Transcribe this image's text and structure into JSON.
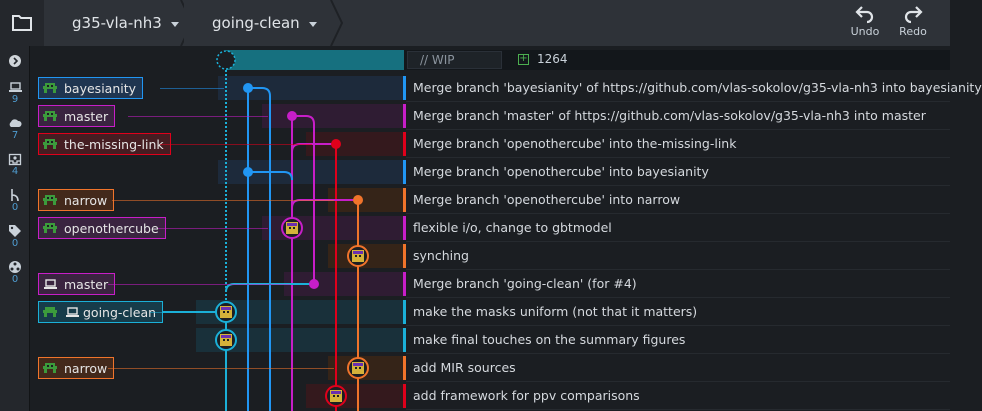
{
  "toolbar": {
    "repo_name": "g35-vla-nh3",
    "branch_name": "going-clean",
    "undo_label": "Undo",
    "redo_label": "Redo"
  },
  "sidebar": {
    "items": [
      {
        "icon": "chevron-circle-icon",
        "count": ""
      },
      {
        "icon": "laptop-icon",
        "count": "9"
      },
      {
        "icon": "cloud-icon",
        "count": "7"
      },
      {
        "icon": "inbox-icon",
        "count": "4"
      },
      {
        "icon": "branch-icon",
        "count": "0"
      },
      {
        "icon": "tag-icon",
        "count": "0"
      },
      {
        "icon": "submodule-icon",
        "count": "0"
      }
    ]
  },
  "wip": {
    "placeholder": "// WIP",
    "count": "1264"
  },
  "colors": {
    "cyan": "#1bb0d8",
    "blue": "#2196f3",
    "violet": "#c71ec8",
    "red": "#e0001b",
    "orange": "#f0742b",
    "teal": "#16707f"
  },
  "rows": [
    {
      "message": "Merge branch 'bayesianity' of https://github.com/vlas-sokolov/g35-vla-nh3 into bayesianity",
      "label": "bayesianity",
      "label_icon": "remote-avatar-icon"
    },
    {
      "message": "Merge branch 'master' of https://github.com/vlas-sokolov/g35-vla-nh3 into master",
      "label": "master",
      "label_icon": "remote-avatar-icon"
    },
    {
      "message": "Merge branch 'openothercube' into the-missing-link",
      "label": "the-missing-link",
      "label_icon": "remote-avatar-icon"
    },
    {
      "message": "Merge branch 'openothercube' into bayesianity",
      "label": "",
      "label_icon": ""
    },
    {
      "message": "Merge branch 'openothercube' into narrow",
      "label": "narrow",
      "label_icon": "remote-avatar-icon"
    },
    {
      "message": "flexible i/o, change to gbtmodel",
      "label": "openothercube",
      "label_icon": "remote-avatar-icon"
    },
    {
      "message": "synching",
      "label": "",
      "label_icon": ""
    },
    {
      "message": "Merge branch 'going-clean' (for #4)",
      "label": "master",
      "label_icon": "laptop-icon"
    },
    {
      "message": "make the masks uniform (not that it matters)",
      "label": "going-clean",
      "label_icon": "laptop-and-remote-icon"
    },
    {
      "message": "make final touches on the summary figures",
      "label": "",
      "label_icon": ""
    },
    {
      "message": "add MIR sources",
      "label": "narrow",
      "label_icon": "remote-avatar-icon"
    },
    {
      "message": "add framework for ppv comparisons",
      "label": "",
      "label_icon": ""
    }
  ]
}
